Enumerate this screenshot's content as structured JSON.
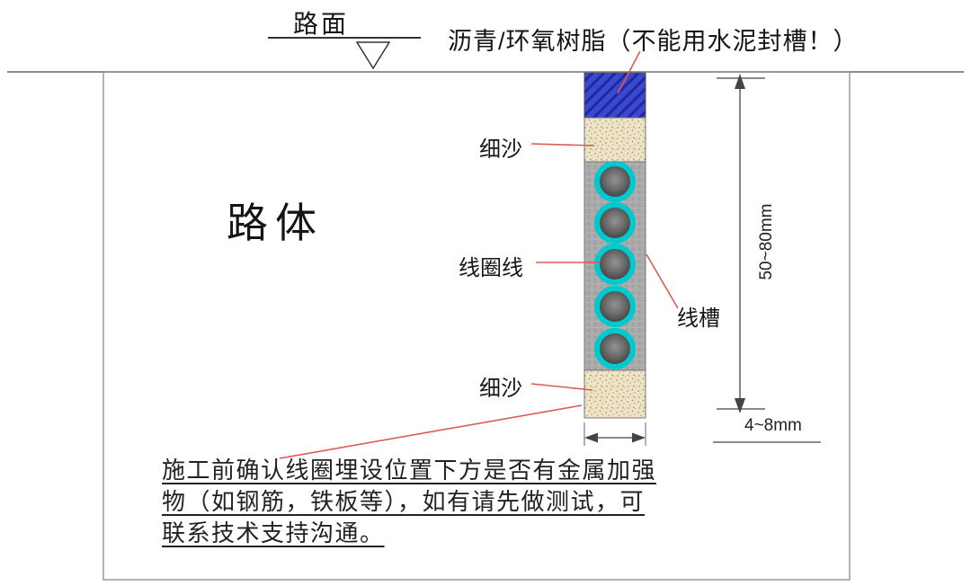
{
  "labels": {
    "road_surface": "路面",
    "seal_note": "沥青/环氧树脂（不能用水泥封槽！）",
    "road_body": "路体",
    "fine_sand_top": "细沙",
    "coil_wire": "线圈线",
    "fine_sand_bottom": "细沙",
    "wire_slot": "线槽",
    "depth_dimension": "50~80mm",
    "width_dimension": "4~8mm"
  },
  "warning": {
    "lines": [
      "施工前确认线圈埋设位置下方是否有金属加强",
      "物（如钢筋，铁板等），如有请先做测试，可",
      "联系技术支持沟通。"
    ]
  },
  "diagram": {
    "coil_count": 5,
    "slot_layers_top_to_bottom": [
      "沥青/环氧树脂封层",
      "细沙",
      "线圈线槽",
      "细沙"
    ]
  },
  "colors": {
    "seal_blue": "#3c49cf",
    "sand": "#eee3c6",
    "slot_gray": "#a7a7a7",
    "coil_ring": "#00c9cf",
    "leader_red": "#dd5a52",
    "line_dark": "#444444"
  }
}
